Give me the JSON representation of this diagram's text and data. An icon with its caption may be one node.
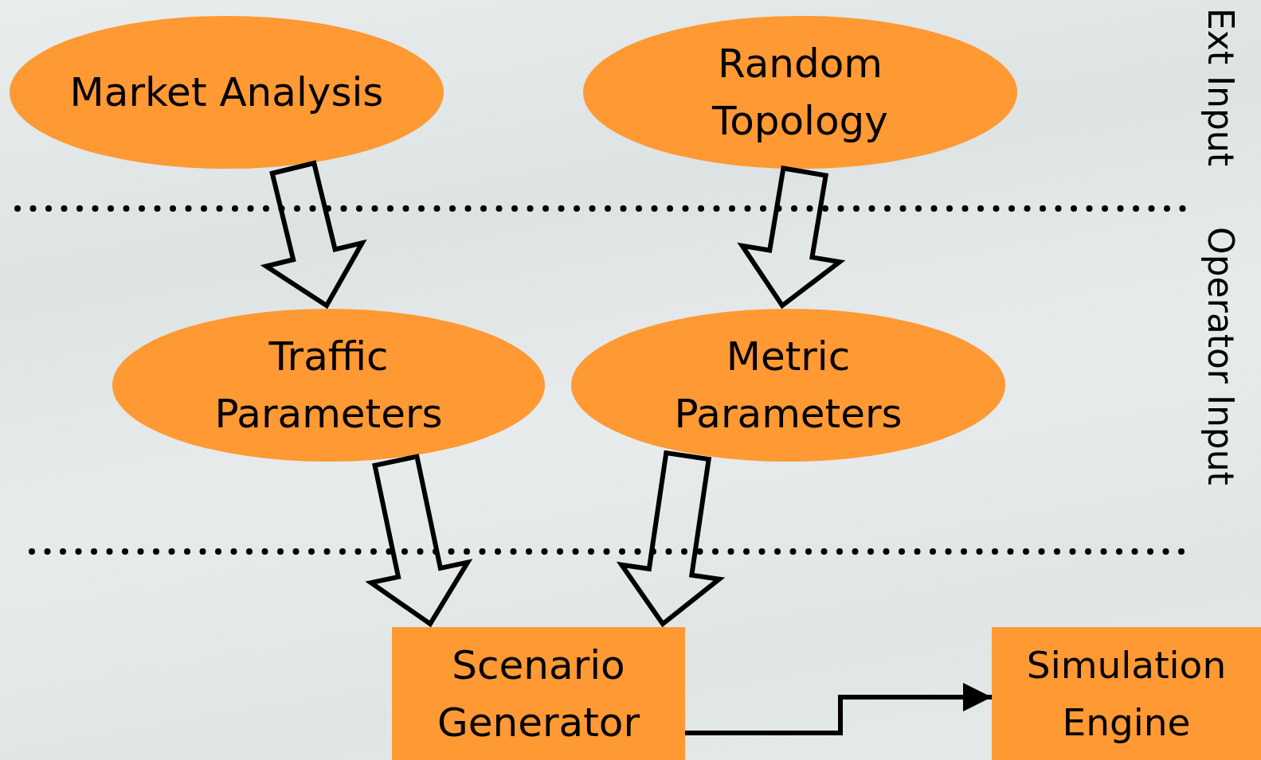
{
  "diagram": {
    "nodes": [
      {
        "text": [
          "Market Analysis"
        ]
      },
      {
        "text": [
          "Random Topology"
        ]
      },
      {
        "text": [
          "Traffic Parameters"
        ]
      },
      {
        "text": [
          "Metric Parameters"
        ]
      },
      {
        "text": [
          "Scenario Generator"
        ]
      },
      {
        "text": [
          "Simulation Engine"
        ]
      }
    ],
    "edges": [
      {
        "from": 0,
        "to": 2,
        "arrow": "to"
      },
      {
        "from": 1,
        "to": 3,
        "arrow": "to"
      },
      {
        "from": 2,
        "to": 4,
        "arrow": "to"
      },
      {
        "from": 3,
        "to": 4,
        "arrow": "to"
      },
      {
        "from": 4,
        "to": 5,
        "arrow": "to"
      }
    ],
    "labels": [
      "Ext Input",
      "Operator Input"
    ]
  }
}
